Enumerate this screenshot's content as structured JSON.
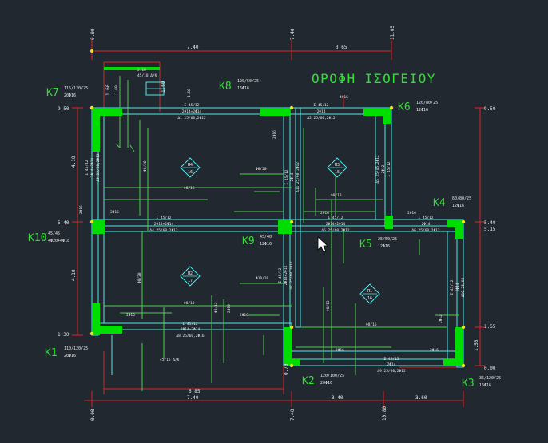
{
  "colors": {
    "background": "#212830",
    "structure": "#0d0",
    "rebar": "#4dd04d",
    "dimension": "#e02424",
    "outline": "#4ee8e8",
    "text": "#e8e8e8",
    "title": "#2fe02f",
    "node": "#e8e81a"
  },
  "title": "ΟΡΟΦΗ ΙΣΟΓΕΙΟΥ",
  "dimensions": {
    "top_level": [
      "0.00",
      "7.40",
      "11.05"
    ],
    "top_spans": [
      "7.40",
      "3.65"
    ],
    "bottom_spans": [
      "7.40",
      "3.40",
      "3.60"
    ],
    "bottom_level": [
      "0.00",
      "7.40",
      "10.80"
    ],
    "bottom_inner": "6.85",
    "left_levels": [
      "9.50",
      "5.40",
      "1.30"
    ],
    "left_spans": [
      "4.10",
      "4.10"
    ],
    "right_levels": [
      "9.50",
      "5.40",
      "5.15",
      "1.55",
      "0.00"
    ],
    "right_span": "1.55",
    "mid_levels": [
      "0.70",
      "1.60",
      "1.60"
    ]
  },
  "columns": [
    {
      "id": "K1",
      "name": "Κ1",
      "size": "110/120/25",
      "bars": "20Φ16"
    },
    {
      "id": "K2",
      "name": "Κ2",
      "size": "120/100/25",
      "bars": "20Φ16"
    },
    {
      "id": "K3",
      "name": "Κ3",
      "size": "35/120/25",
      "bars": "16Φ16"
    },
    {
      "id": "K4",
      "name": "Κ4",
      "size": "60/80/25",
      "bars": "12Φ16"
    },
    {
      "id": "K5",
      "name": "Κ5",
      "size": "25/50/25",
      "bars": "12Φ16"
    },
    {
      "id": "K6",
      "name": "Κ6",
      "size": "120/80/25",
      "bars": "12Φ16"
    },
    {
      "id": "K7",
      "name": "Κ7",
      "size": "115/120/25",
      "bars": "20Φ16"
    },
    {
      "id": "K8",
      "name": "Κ8",
      "size": "120/50/25",
      "bars": "16Φ16"
    },
    {
      "id": "K9",
      "name": "Κ9",
      "size": "45/40",
      "bars": "12Φ16"
    },
    {
      "id": "K10",
      "name": "Κ10",
      "size": "45/45",
      "bars": "4Φ20+4Φ18"
    }
  ],
  "slabs": [
    {
      "id": "P4",
      "name": "Π4",
      "thick": "16"
    },
    {
      "id": "P3",
      "name": "Π3",
      "thick": "15"
    },
    {
      "id": "P2",
      "name": "Π2",
      "thick": "17"
    },
    {
      "id": "P1",
      "name": "Π1",
      "thick": "16"
    }
  ],
  "beams": [
    {
      "id": "top-left",
      "top": "Σ 45/12",
      "mid": "2Φ14+2Φ14",
      "bot": "Δ1 25/60,2Φ12"
    },
    {
      "id": "top-right",
      "top": "Σ 45/12",
      "mid": "2Φ14",
      "bot": "Δ2 25/60,2Φ12"
    },
    {
      "id": "mid-left",
      "top": "Σ 45/12",
      "mid": "2Φ14+2Φ14",
      "bot": "Δ4 25/60,2Φ12"
    },
    {
      "id": "mid-center",
      "top": "Σ 45/12",
      "mid": "2Φ14+2Φ14",
      "bot": "Δ5 25/60,2Φ12"
    },
    {
      "id": "mid-right",
      "top": "Σ 45/12",
      "mid": "2Φ14",
      "bot": "Δ6 25/60,2Φ12"
    },
    {
      "id": "bottom-left",
      "top": "Σ 45/12",
      "mid": "2Φ14+2Φ14",
      "bot": "Δ8 25/60,2Φ16"
    },
    {
      "id": "bottom-right",
      "top": "Σ 45/12",
      "mid": "2Φ14",
      "bot": "Δ9 25/60,2Φ12"
    },
    {
      "id": "vert-left",
      "top": "Σ 45/12",
      "mid": "2Φ14+2Φ14",
      "bot": "Δ3 25/60,2Φ12"
    },
    {
      "id": "vert-center",
      "top": "Σ 45/12",
      "mid": "2Φ14+2Φ14",
      "bot": "Δ7 25/60,2Φ12"
    },
    {
      "id": "vert-right",
      "top": "Δ5 25/45,2Φ12",
      "mid": "2Φ12",
      "bot": "Σ 45/12"
    },
    {
      "id": "vert-right-2",
      "top": "Σ 45/12",
      "mid": "2Φ14",
      "bot": "Δ10 25/60"
    },
    {
      "id": "vert-top",
      "top": "Σ 45/12",
      "mid": "2Φ14",
      "bot": "Δ11 25/60,2Φ12"
    }
  ],
  "rebar_labels": [
    "Φ8/20",
    "Φ8/13",
    "Φ10/20",
    "Φ8/15",
    "Φ8/12",
    "Φ8/15",
    "Φ8/20",
    "Φ8/13",
    "Φ8/20",
    "Φ8/12"
  ],
  "small_labels": [
    "2Φ16",
    "2Φ16",
    "4Φ16",
    "2Φ16",
    "2Φ16",
    "2Φ16",
    "2Φ16",
    "2Φ16",
    "2Φ16",
    "2Φ10",
    "2Φ16",
    "2Φ12"
  ],
  "edge_notes": [
    "2.10",
    "45/18 Δ/Κ",
    "45/15 Δ/Κ",
    "1.60",
    "1.60"
  ]
}
